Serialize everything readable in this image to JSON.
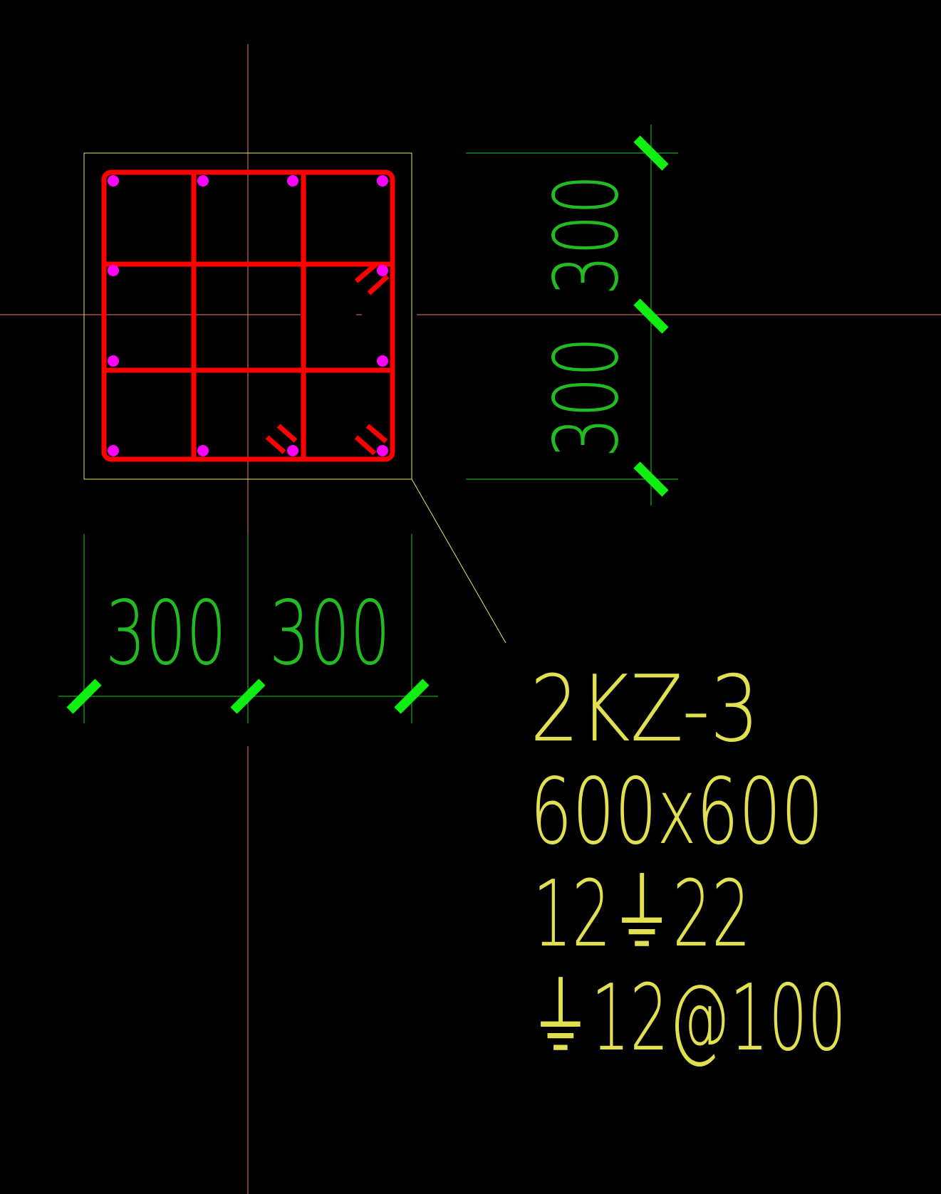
{
  "colors": {
    "background": "#000000",
    "crosshair": "#e8806a",
    "outline": "#e8e860",
    "rebar": "#ff0000",
    "bar_dot": "#ff00ff",
    "dimension_line": "#22cc22",
    "tick": "#11ee11",
    "dimension_text": "#22bb22",
    "label_text": "#e0e050"
  },
  "dimensions": {
    "bottom_left": "300",
    "bottom_right": "300",
    "right_top": "300",
    "right_bottom": "300"
  },
  "label": {
    "line1": "2KZ-3",
    "line2": "600x600",
    "line3": "12⏚22",
    "line4": "⏚12@100"
  },
  "section": {
    "bars_per_side": 4,
    "total_bars": 12
  }
}
